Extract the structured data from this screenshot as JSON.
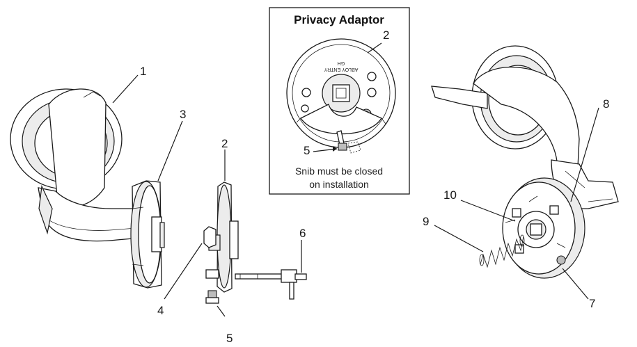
{
  "inset": {
    "title": "Privacy Adaptor",
    "note_line1": "Snib must be closed",
    "note_line2": "on installation",
    "callout_adaptor": "2",
    "callout_snib": "5",
    "engraving_line1": "ABLOY ENTRY",
    "engraving_line2": "GH"
  },
  "callouts": {
    "c1": "1",
    "c2": "2",
    "c3": "3",
    "c4": "4",
    "c5": "5",
    "c6": "6",
    "c7": "7",
    "c8": "8",
    "c9": "9",
    "c10": "10"
  }
}
